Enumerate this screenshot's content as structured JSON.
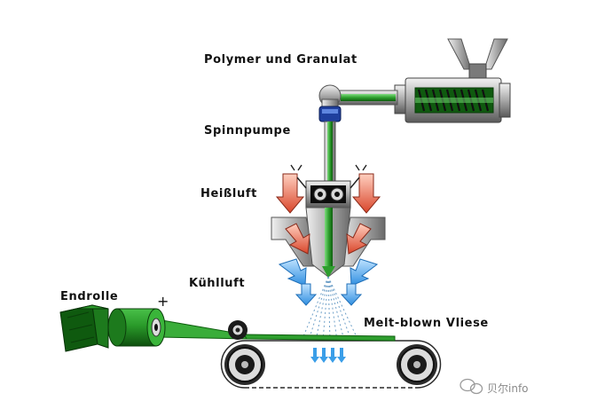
{
  "labels": {
    "polymer": "Polymer und Granulat",
    "spinnpumpe": "Spinnpumpe",
    "heissluft": "Heißluft",
    "kuehlluft": "Kühlluft",
    "endrolle": "Endrolle",
    "plus": "+",
    "vliese": "Melt-blown Vliese"
  },
  "watermark": "贝尔info",
  "colors": {
    "polymer_green": "#2e9e2e",
    "dark_green": "#0d5e0d",
    "metal_gray": "#9a9a9a",
    "hot_air_red": "#d94a2e",
    "cool_air_blue": "#3a9ee8",
    "pump_blue": "#1f3f9e"
  }
}
